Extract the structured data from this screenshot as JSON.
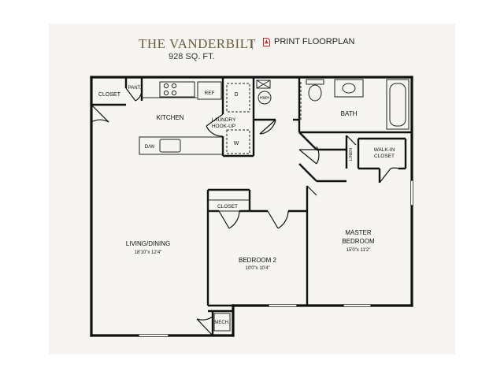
{
  "header": {
    "title": "THE VANDERBILT",
    "sqft": "928 SQ. FT.",
    "print_label": "PRINT FLOORPLAN",
    "print_icon": "pdf-icon",
    "accent_color": "#6b5d3a",
    "pdf_color": "#c62828"
  },
  "rooms": {
    "closet_entry": "CLOSET",
    "pantry": "PANT.",
    "kitchen": "KITCHEN",
    "fridge": "REF",
    "dishwasher": "D/W",
    "dryer": "D",
    "washer": "W",
    "laundry_line1": "LAUNDRY",
    "laundry_line2": "HOOK-UP",
    "water_heater": "HWH",
    "bath": "BATH",
    "linen": "LINEN",
    "walkin_line1": "WALK-IN",
    "walkin_line2": "CLOSET",
    "living_name": "LIVING/DINING",
    "living_dim": "18'10\"x 12'4\"",
    "closet_bed2": "CLOSET",
    "bedroom2_name": "BEDROOM 2",
    "bedroom2_dim": "10'0\"x 10'4\"",
    "master_line1": "MASTER",
    "master_line2": "BEDROOM",
    "master_dim": "15'0\"x 11'2\"",
    "mech": "MECH."
  }
}
